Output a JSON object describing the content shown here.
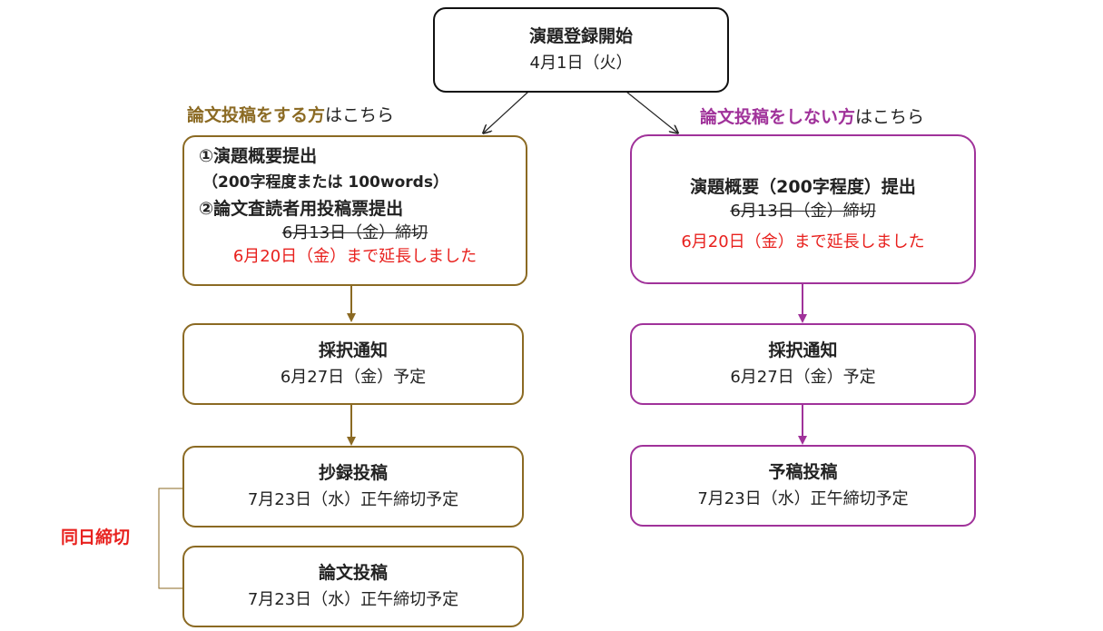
{
  "start": {
    "title": "演題登録開始",
    "date": "4月1日（火）"
  },
  "left": {
    "header_bold": "論文投稿をする方",
    "header_rest": "はこちら",
    "box1": {
      "line1": "①演題概要提出",
      "line2": "（200字程度または 100words）",
      "line3": "②論文査読者用投稿票提出",
      "old_deadline": "6月13日（金）締切",
      "new_deadline": "6月20日（金）まで延長しました"
    },
    "box2": {
      "title": "採択通知",
      "date": "6月27日（金）予定"
    },
    "box3": {
      "title": "抄録投稿",
      "date": "7月23日（水）正午締切予定"
    },
    "box4": {
      "title": "論文投稿",
      "date": "7月23日（水）正午締切予定"
    },
    "same_day_label": "同日締切"
  },
  "right": {
    "header_bold": "論文投稿をしない方",
    "header_rest": "はこちら",
    "box1": {
      "line1": "演題概要（200字程度）提出",
      "old_deadline": "6月13日（金）締切",
      "new_deadline": "6月20日（金）まで延長しました"
    },
    "box2": {
      "title": "採択通知",
      "date": "6月27日（金）予定"
    },
    "box3": {
      "title": "予稿投稿",
      "date": "7月23日（水）正午締切予定"
    }
  },
  "colors": {
    "left": "#8b6a23",
    "right": "#a0329a",
    "deadline_red": "#e8211e",
    "start_border": "#111111"
  }
}
